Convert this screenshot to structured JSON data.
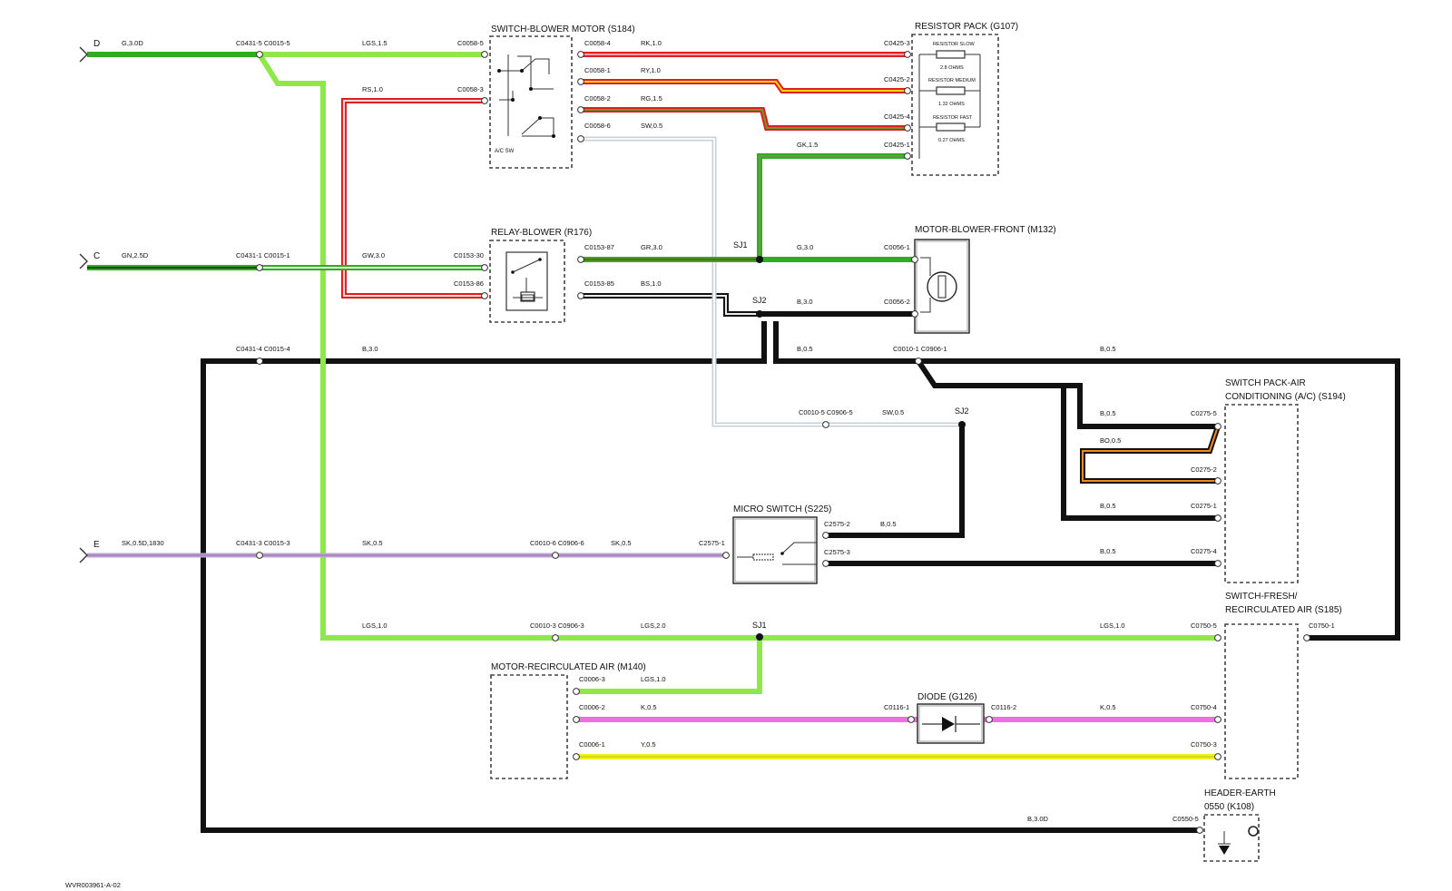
{
  "colors": {
    "G": "#2eae1e",
    "LG": "#8ee84a",
    "R": "#e01e1e",
    "K": "#ee6ee8",
    "Y": "#f0f01a",
    "S": "#c0a0d6",
    "W": "#f4f4f4",
    "B": "#111111",
    "O": "#f08a1e",
    "RED_STRIPE_Y": "#f2d21a",
    "RED_STRIPE_G": "#6a9a2a",
    "GREEN_STRIPE_W": "#e6f6e0",
    "GREEN_STRIPE_K": "#111111",
    "SW": "#c9d2d8"
  },
  "components": {
    "s184": "SWITCH-BLOWER MOTOR (S184)",
    "g107": "RESISTOR PACK (G107)",
    "r176": "RELAY-BLOWER (R176)",
    "m132": "MOTOR-BLOWER-FRONT (M132)",
    "s194_1": "SWITCH PACK-AIR",
    "s194_2": "CONDITIONING (A/C) (S194)",
    "s225": "MICRO SWITCH (S225)",
    "s185_1": "SWITCH-FRESH/",
    "s185_2": "RECIRCULATED AIR (S185)",
    "m140": "MOTOR-RECIRCULATED AIR (M140)",
    "g126": "DIODE (G126)",
    "k108_1": "HEADER-EARTH",
    "k108_2": "0550 (K108)"
  },
  "resistors": {
    "slow": "RESISTOR SLOW",
    "slow_val": "2.8 OHMS",
    "medium": "RESISTOR MEDIUM",
    "medium_val": "1.32 OHMS",
    "fast": "RESISTOR FAST",
    "fast_val": "0.27 OHMS"
  },
  "ac_sw": "A/C SW",
  "terminals": {
    "d": "D",
    "c": "C",
    "e": "E"
  },
  "splices": {
    "sj1_top": "SJ1",
    "sj2_top": "SJ2",
    "sj2_right": "SJ2",
    "sj1_bottom": "SJ1"
  },
  "connectors": {
    "c0431_5": "C0431-5 C0015-5",
    "c0431_1": "C0431-1 C0015-1",
    "c0431_4": "C0431-4 C0015-4",
    "c0431_3": "C0431-3 C0015-3",
    "c0058_5": "C0058-5",
    "c0058_3": "C0058-3",
    "c0058_4": "C0058-4",
    "c0058_1": "C0058-1",
    "c0058_2": "C0058-2",
    "c0058_6": "C0058-6",
    "c0425_3": "C0425-3",
    "c0425_2": "C0425-2",
    "c0425_4": "C0425-4",
    "c0425_1": "C0425-1",
    "c0153_30": "C0153-30",
    "c0153_86": "C0153-86",
    "c0153_87": "C0153-87",
    "c0153_85": "C0153-85",
    "c0056_1": "C0056-1",
    "c0056_2": "C0056-2",
    "c0010_1": "C0010-1 C0906-1",
    "c0010_5": "C0010-5 C0906-5",
    "c0010_6": "C0010-6 C0906-6",
    "c0010_3": "C0010-3 C0906-3",
    "c0275_5": "C0275-5",
    "c0275_2": "C0275-2",
    "c0275_1": "C0275-1",
    "c0275_4": "C0275-4",
    "c2575_1": "C2575-1",
    "c2575_2": "C2575-2",
    "c2575_3": "C2575-3",
    "c0750_5": "C0750-5",
    "c0750_1": "C0750-1",
    "c0750_4": "C0750-4",
    "c0750_3": "C0750-3",
    "c0006_3": "C0006-3",
    "c0006_2": "C0006-2",
    "c0006_1": "C0006-1",
    "c0116_1": "C0116-1",
    "c0116_2": "C0116-2",
    "c0550_5": "C0550-5"
  },
  "wires": {
    "g30d": "G,3.0D",
    "lgs15": "LGS,1.5",
    "rs10": "RS,1.0",
    "rk10": "RK,1.0",
    "ry10": "RY,1.0",
    "rg15": "RG,1.5",
    "sw05_top": "SW,0.5",
    "gk15": "GK,1.5",
    "gn25d": "GN,2.5D",
    "gw30": "GW,3.0",
    "gr30": "GR,3.0",
    "g30": "G,3.0",
    "bs10": "BS,1.0",
    "b30_m": "B,3.0",
    "b30_l": "B,3.0",
    "b05_mid": "B,0.5",
    "b05_right": "B,0.5",
    "sw05_mid": "SW,0.5",
    "b05_s194a": "B,0.5",
    "bo05": "BO,0.5",
    "b05_s194b": "B,0.5",
    "sk05d": "SK,0.5D,1830",
    "sk05_a": "SK,0.5",
    "sk05_b": "SK,0.5",
    "b05_s225a": "B,0.5",
    "b05_s225b": "B,0.5",
    "lgs10_l": "LGS,1.0",
    "lgs20": "LGS,2.0",
    "lgs10_r": "LGS,1.0",
    "lgs10_m140": "LGS,1.0",
    "k05_l": "K,0.5",
    "k05_r": "K,0.5",
    "y05": "Y,0.5",
    "b30d": "B,3.0D"
  },
  "footer": {
    "ref": "WVR003961-A-02"
  }
}
